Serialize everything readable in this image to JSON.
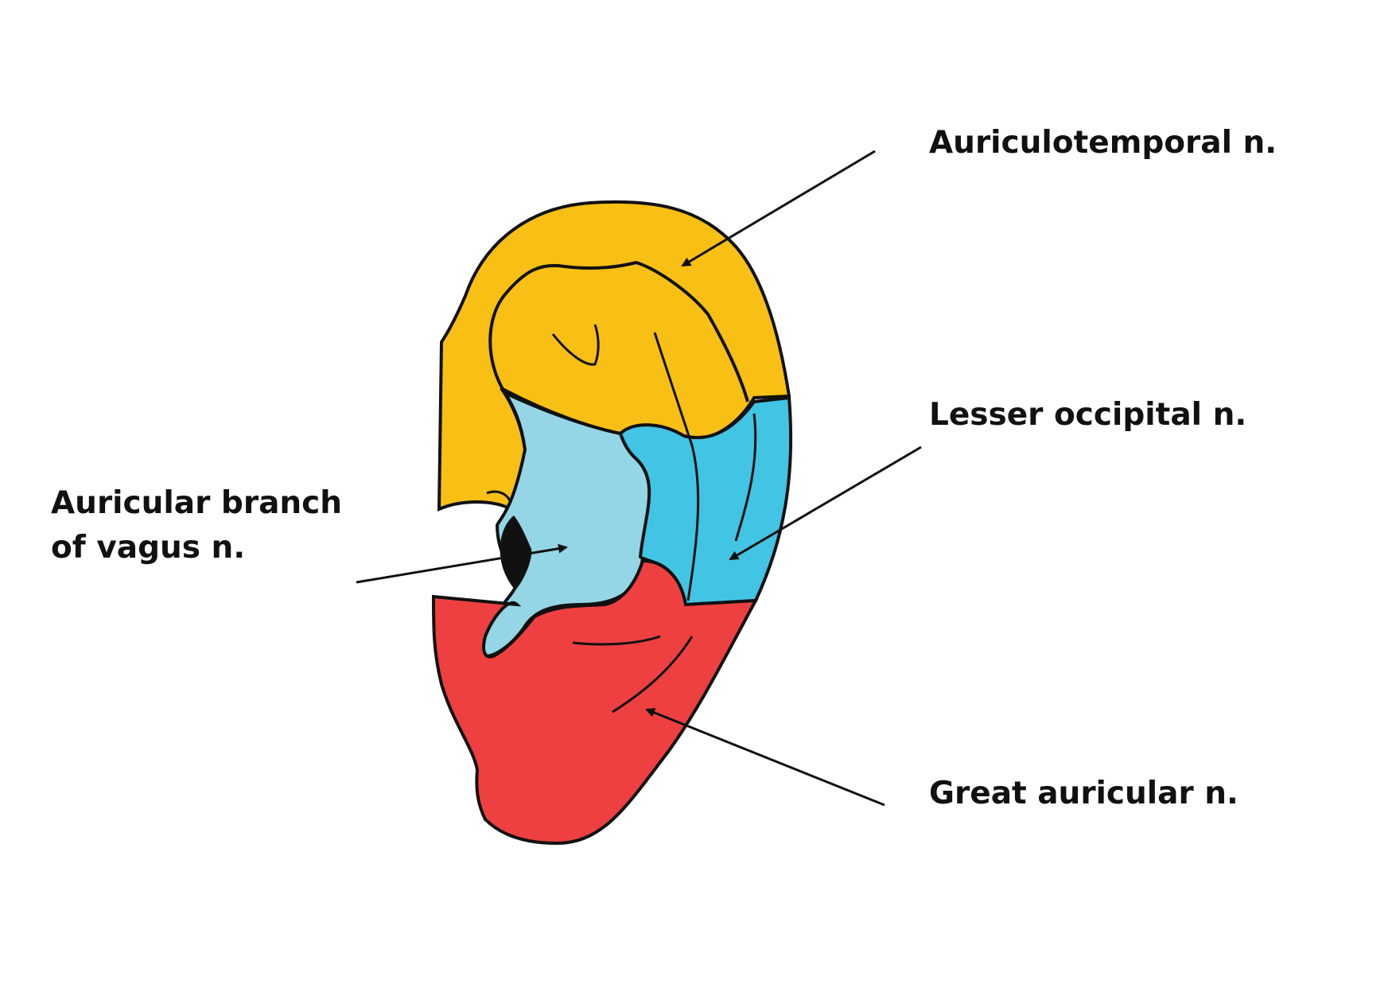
{
  "labels": {
    "auriculotemporal": "Auriculotemporal n.",
    "lesser_occipital": "Lesser occipital n.",
    "great_auricular": "Great auricular n.",
    "vagus_line1": "Auricular branch",
    "vagus_line2": "of vagus n."
  },
  "colors": {
    "auriculotemporal": "#F8C014",
    "lesser_occipital": "#42C4E4",
    "great_auricular": "#EE4040",
    "vagus": "#94D6E6",
    "outline": "#111111",
    "background": "#FFFFFF"
  }
}
